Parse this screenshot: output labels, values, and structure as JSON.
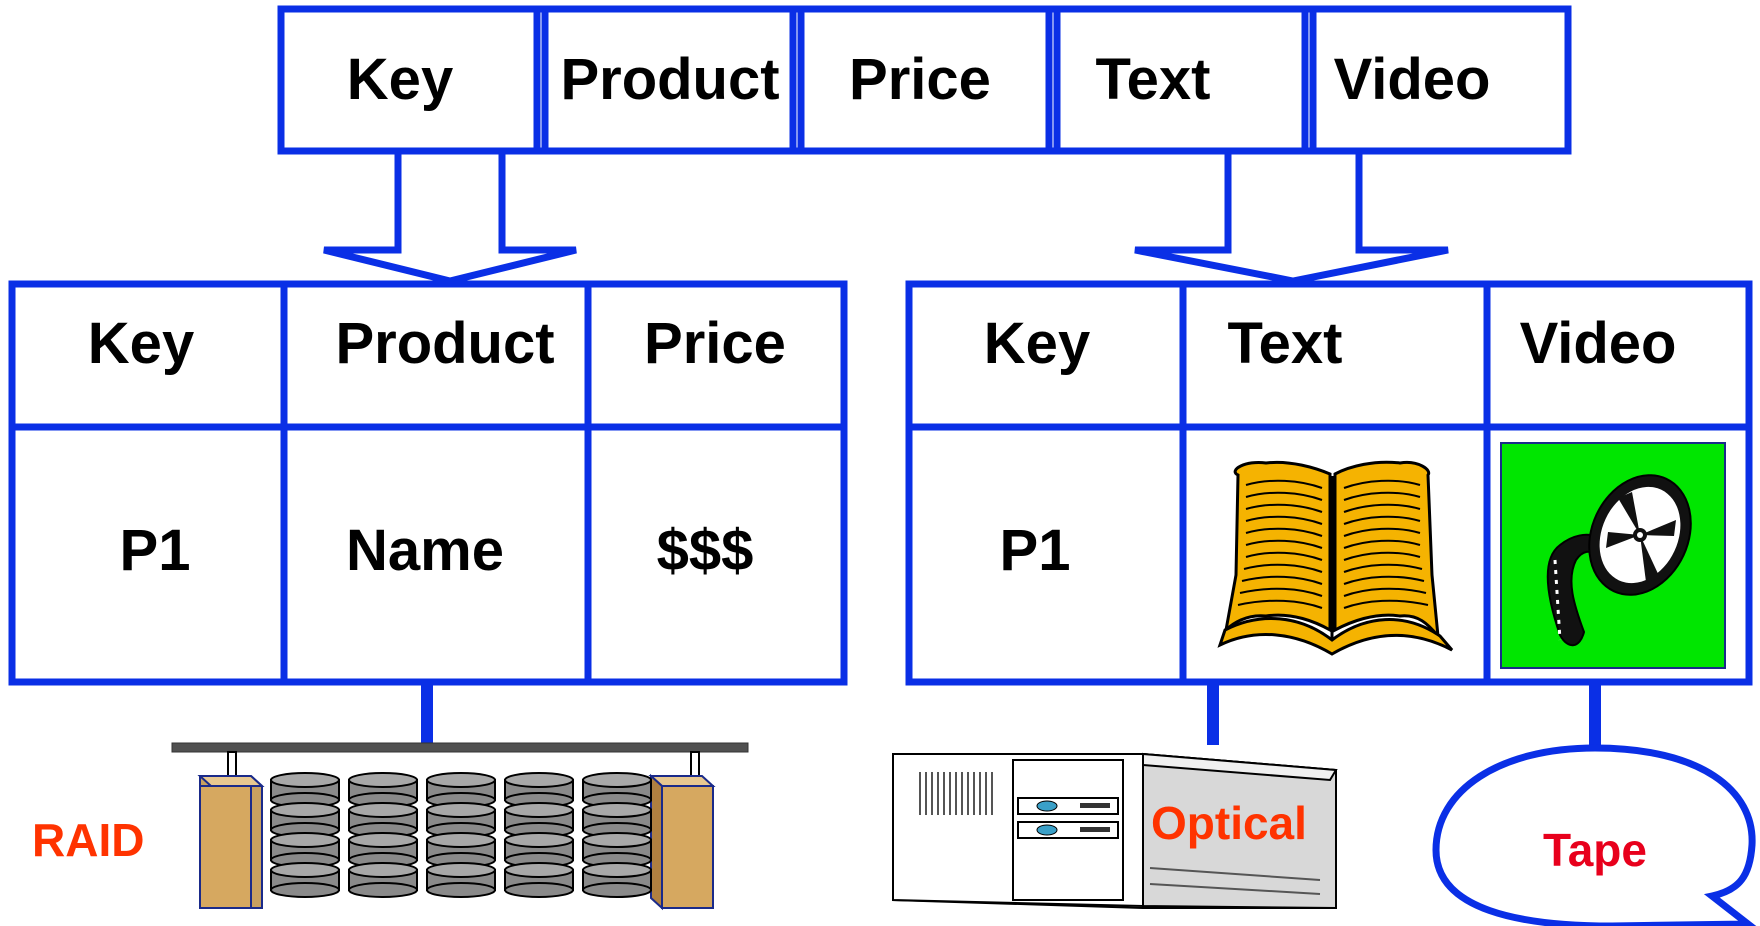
{
  "top_table": {
    "headers": [
      "Key",
      "Product",
      "Price",
      "Text",
      "Video"
    ]
  },
  "left_table": {
    "headers": [
      "Key",
      "Product",
      "Price"
    ],
    "row": [
      "P1",
      "Name",
      "$$$"
    ]
  },
  "right_table": {
    "headers": [
      "Key",
      "Text",
      "Video"
    ],
    "row_key": "P1",
    "text_cell_icon": "open-book-icon",
    "video_cell_icon": "film-reel-icon"
  },
  "storage": {
    "raid_label": "RAID",
    "optical_label": "Optical",
    "tape_label": "Tape"
  },
  "colors": {
    "table_border": "#0a2fe6",
    "storage_label": "#ff3300",
    "tape_label": "#e8001c",
    "video_bg": "#00e600",
    "book": "#f5b301"
  }
}
